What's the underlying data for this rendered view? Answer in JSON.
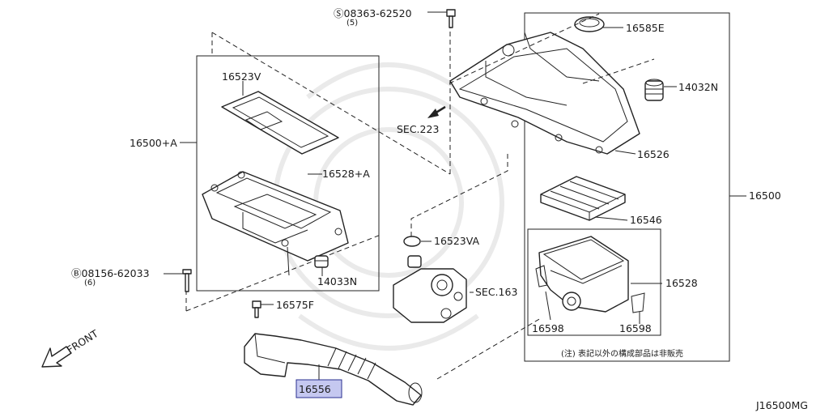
{
  "diagram": {
    "part_labels": {
      "p16523V": "16523V",
      "p16500A": "16500+A",
      "p16528A": "16528+A",
      "p14033N": "14033N",
      "bolt_top": "Ⓢ08363-62520",
      "bolt_top_qty": "(5)",
      "bolt_left": "Ⓑ08156-62033",
      "bolt_left_qty": "(6)",
      "p16585E": "16585E",
      "p14032N": "14032N",
      "sec223": "SEC.223",
      "p16526": "16526",
      "p16500": "16500",
      "p16546": "16546",
      "p16523VA": "16523VA",
      "sec163": "SEC.163",
      "p16528": "16528",
      "p16575F": "16575F",
      "p16598a": "16598",
      "p16598b": "16598",
      "p16556": "16556"
    },
    "front_label": "FRONT",
    "note": "(注) 表記以外の構成部品は非販売",
    "diagram_id": "J16500MG",
    "highlight_color": "#c5c8f0"
  }
}
